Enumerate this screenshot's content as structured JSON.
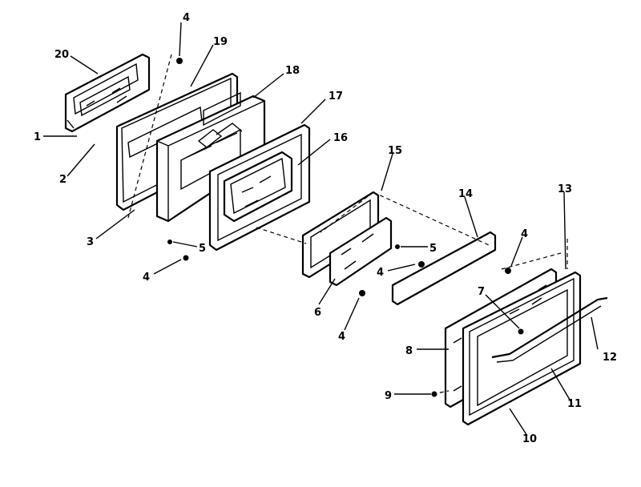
{
  "header": {
    "corner_mark": ""
  },
  "callouts": {
    "c1": "1",
    "c2": "2",
    "c3": "3",
    "c4a": "4",
    "c4b": "4",
    "c4c": "4",
    "c4d": "4",
    "c4e": "4",
    "c5a": "5",
    "c5b": "5",
    "c6": "6",
    "c7": "7",
    "c8": "8",
    "c9": "9",
    "c10": "10",
    "c11": "11",
    "c12": "12",
    "c13": "13",
    "c14": "14",
    "c15": "15",
    "c16": "16",
    "c17": "17",
    "c18": "18",
    "c19": "19",
    "c20": "20"
  }
}
